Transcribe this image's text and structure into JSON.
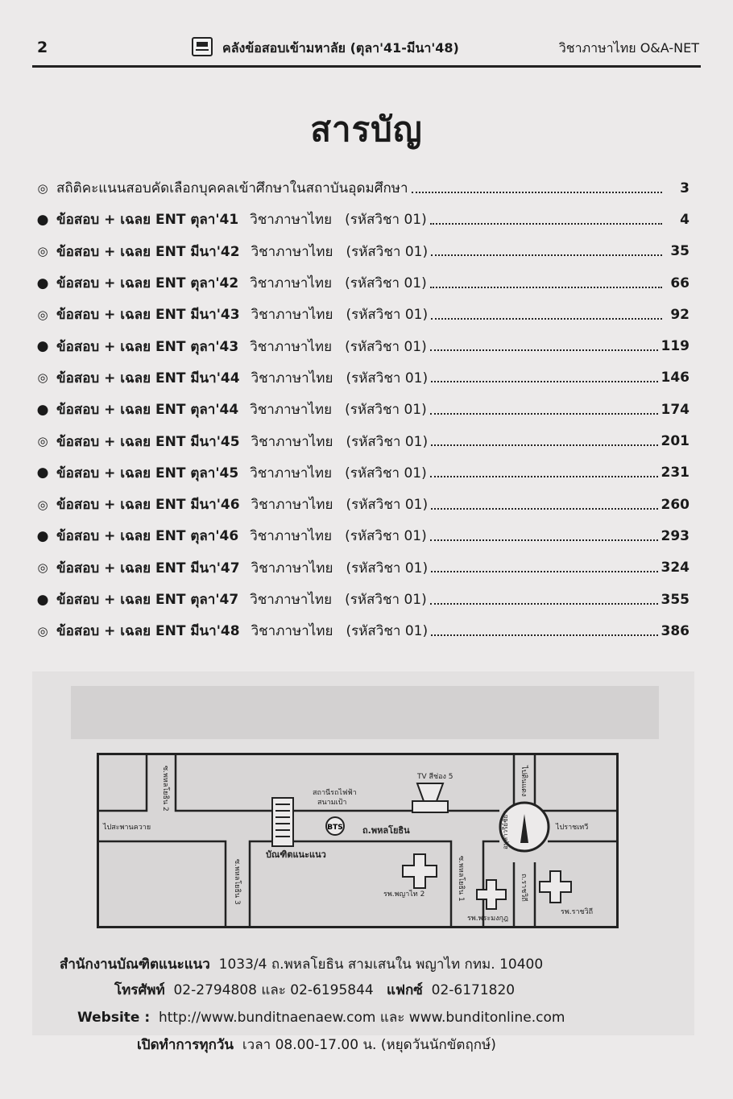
{
  "header": {
    "page_number": "2",
    "book_title": "คลังข้อสอบเข้ามหาลัย (ตุลา'41-มีนา'48)",
    "subject": "วิชาภาษาไทย O&A-NET"
  },
  "toc_title": "สารบัญ",
  "toc": [
    {
      "bullet": "◎",
      "text": "สถิติคะแนนสอบคัดเลือกบุคคลเข้าศึกษาในสถาบันอุดมศึกษา",
      "page": "3"
    },
    {
      "bullet": "●",
      "title": "ข้อสอบ + เฉลย ENT ตุลา'41",
      "subject": "วิชาภาษาไทย",
      "code": "(รหัสวิชา 01)",
      "page": "4"
    },
    {
      "bullet": "◎",
      "title": "ข้อสอบ + เฉลย ENT มีนา'42",
      "subject": "วิชาภาษาไทย",
      "code": "(รหัสวิชา 01)",
      "page": "35"
    },
    {
      "bullet": "●",
      "title": "ข้อสอบ + เฉลย ENT ตุลา'42",
      "subject": "วิชาภาษาไทย",
      "code": "(รหัสวิชา 01)",
      "page": "66"
    },
    {
      "bullet": "◎",
      "title": "ข้อสอบ + เฉลย ENT มีนา'43",
      "subject": "วิชาภาษาไทย",
      "code": "(รหัสวิชา 01)",
      "page": "92"
    },
    {
      "bullet": "●",
      "title": "ข้อสอบ + เฉลย ENT ตุลา'43",
      "subject": "วิชาภาษาไทย",
      "code": "(รหัสวิชา 01)",
      "page": "119"
    },
    {
      "bullet": "◎",
      "title": "ข้อสอบ + เฉลย ENT มีนา'44",
      "subject": "วิชาภาษาไทย",
      "code": "(รหัสวิชา 01)",
      "page": "146"
    },
    {
      "bullet": "●",
      "title": "ข้อสอบ + เฉลย ENT ตุลา'44",
      "subject": "วิชาภาษาไทย",
      "code": "(รหัสวิชา 01)",
      "page": "174"
    },
    {
      "bullet": "◎",
      "title": "ข้อสอบ + เฉลย ENT มีนา'45",
      "subject": "วิชาภาษาไทย",
      "code": "(รหัสวิชา 01)",
      "page": "201"
    },
    {
      "bullet": "●",
      "title": "ข้อสอบ + เฉลย ENT ตุลา'45",
      "subject": "วิชาภาษาไทย",
      "code": "(รหัสวิชา 01)",
      "page": "231"
    },
    {
      "bullet": "◎",
      "title": "ข้อสอบ + เฉลย ENT มีนา'46",
      "subject": "วิชาภาษาไทย",
      "code": "(รหัสวิชา 01)",
      "page": "260"
    },
    {
      "bullet": "●",
      "title": "ข้อสอบ + เฉลย ENT ตุลา'46",
      "subject": "วิชาภาษาไทย",
      "code": "(รหัสวิชา 01)",
      "page": "293"
    },
    {
      "bullet": "◎",
      "title": "ข้อสอบ + เฉลย ENT มีนา'47",
      "subject": "วิชาภาษาไทย",
      "code": "(รหัสวิชา 01)",
      "page": "324"
    },
    {
      "bullet": "●",
      "title": "ข้อสอบ + เฉลย ENT ตุลา'47",
      "subject": "วิชาภาษาไทย",
      "code": "(รหัสวิชา 01)",
      "page": "355"
    },
    {
      "bullet": "◎",
      "title": "ข้อสอบ + เฉลย ENT มีนา'48",
      "subject": "วิชาภาษาไทย",
      "code": "(รหัสวิชา 01)",
      "page": "386"
    }
  ],
  "map": {
    "left_arrow": "ไปสะพานควาย",
    "right_arrow": "ไปราชเทวี",
    "up_arrow": "ไปดินแดง",
    "road_main": "ถ.พหลโยธิน",
    "road_ratchawithi": "ถ.ราชวิถี",
    "soi_2": "ซ.พหลโยธิน 2",
    "soi_3": "ซ.พหลโยธิน 3",
    "soi_1": "ซ.พหลโยธิน 1",
    "bts_station_line1": "สถานีรถไฟฟ้า",
    "bts_station_line2": "สนามเป้า",
    "bts": "BTS",
    "tv_channel": "TV สีช่อง 5",
    "monument": "อนุสาวรีย์ชัยฯ",
    "office": "บัณฑิตแนะแนว",
    "hosp_phayathai": "รพ.พญาไท 2",
    "hosp_phramongkut": "รพ.พระมงกุฎ",
    "hosp_ratchawithi": "รพ.ราชวิถี"
  },
  "contact": {
    "office_label": "สำนักงานบัณฑิตแนะแนว",
    "address": "1033/4 ถ.พหลโยธิน สามเสนใน พญาไท กทม. 10400",
    "phone_label": "โทรศัพท์",
    "phone": "02-2794808 และ 02-6195844",
    "fax_label": "แฟกซ์",
    "fax": "02-6171820",
    "web_label": "Website :",
    "web": "http://www.bunditnaenaew.com และ www.bunditonline.com",
    "hours_label": "เปิดทำการทุกวัน",
    "hours": "เวลา 08.00-17.00 น. (หยุดวันนักขัตฤกษ์)"
  }
}
